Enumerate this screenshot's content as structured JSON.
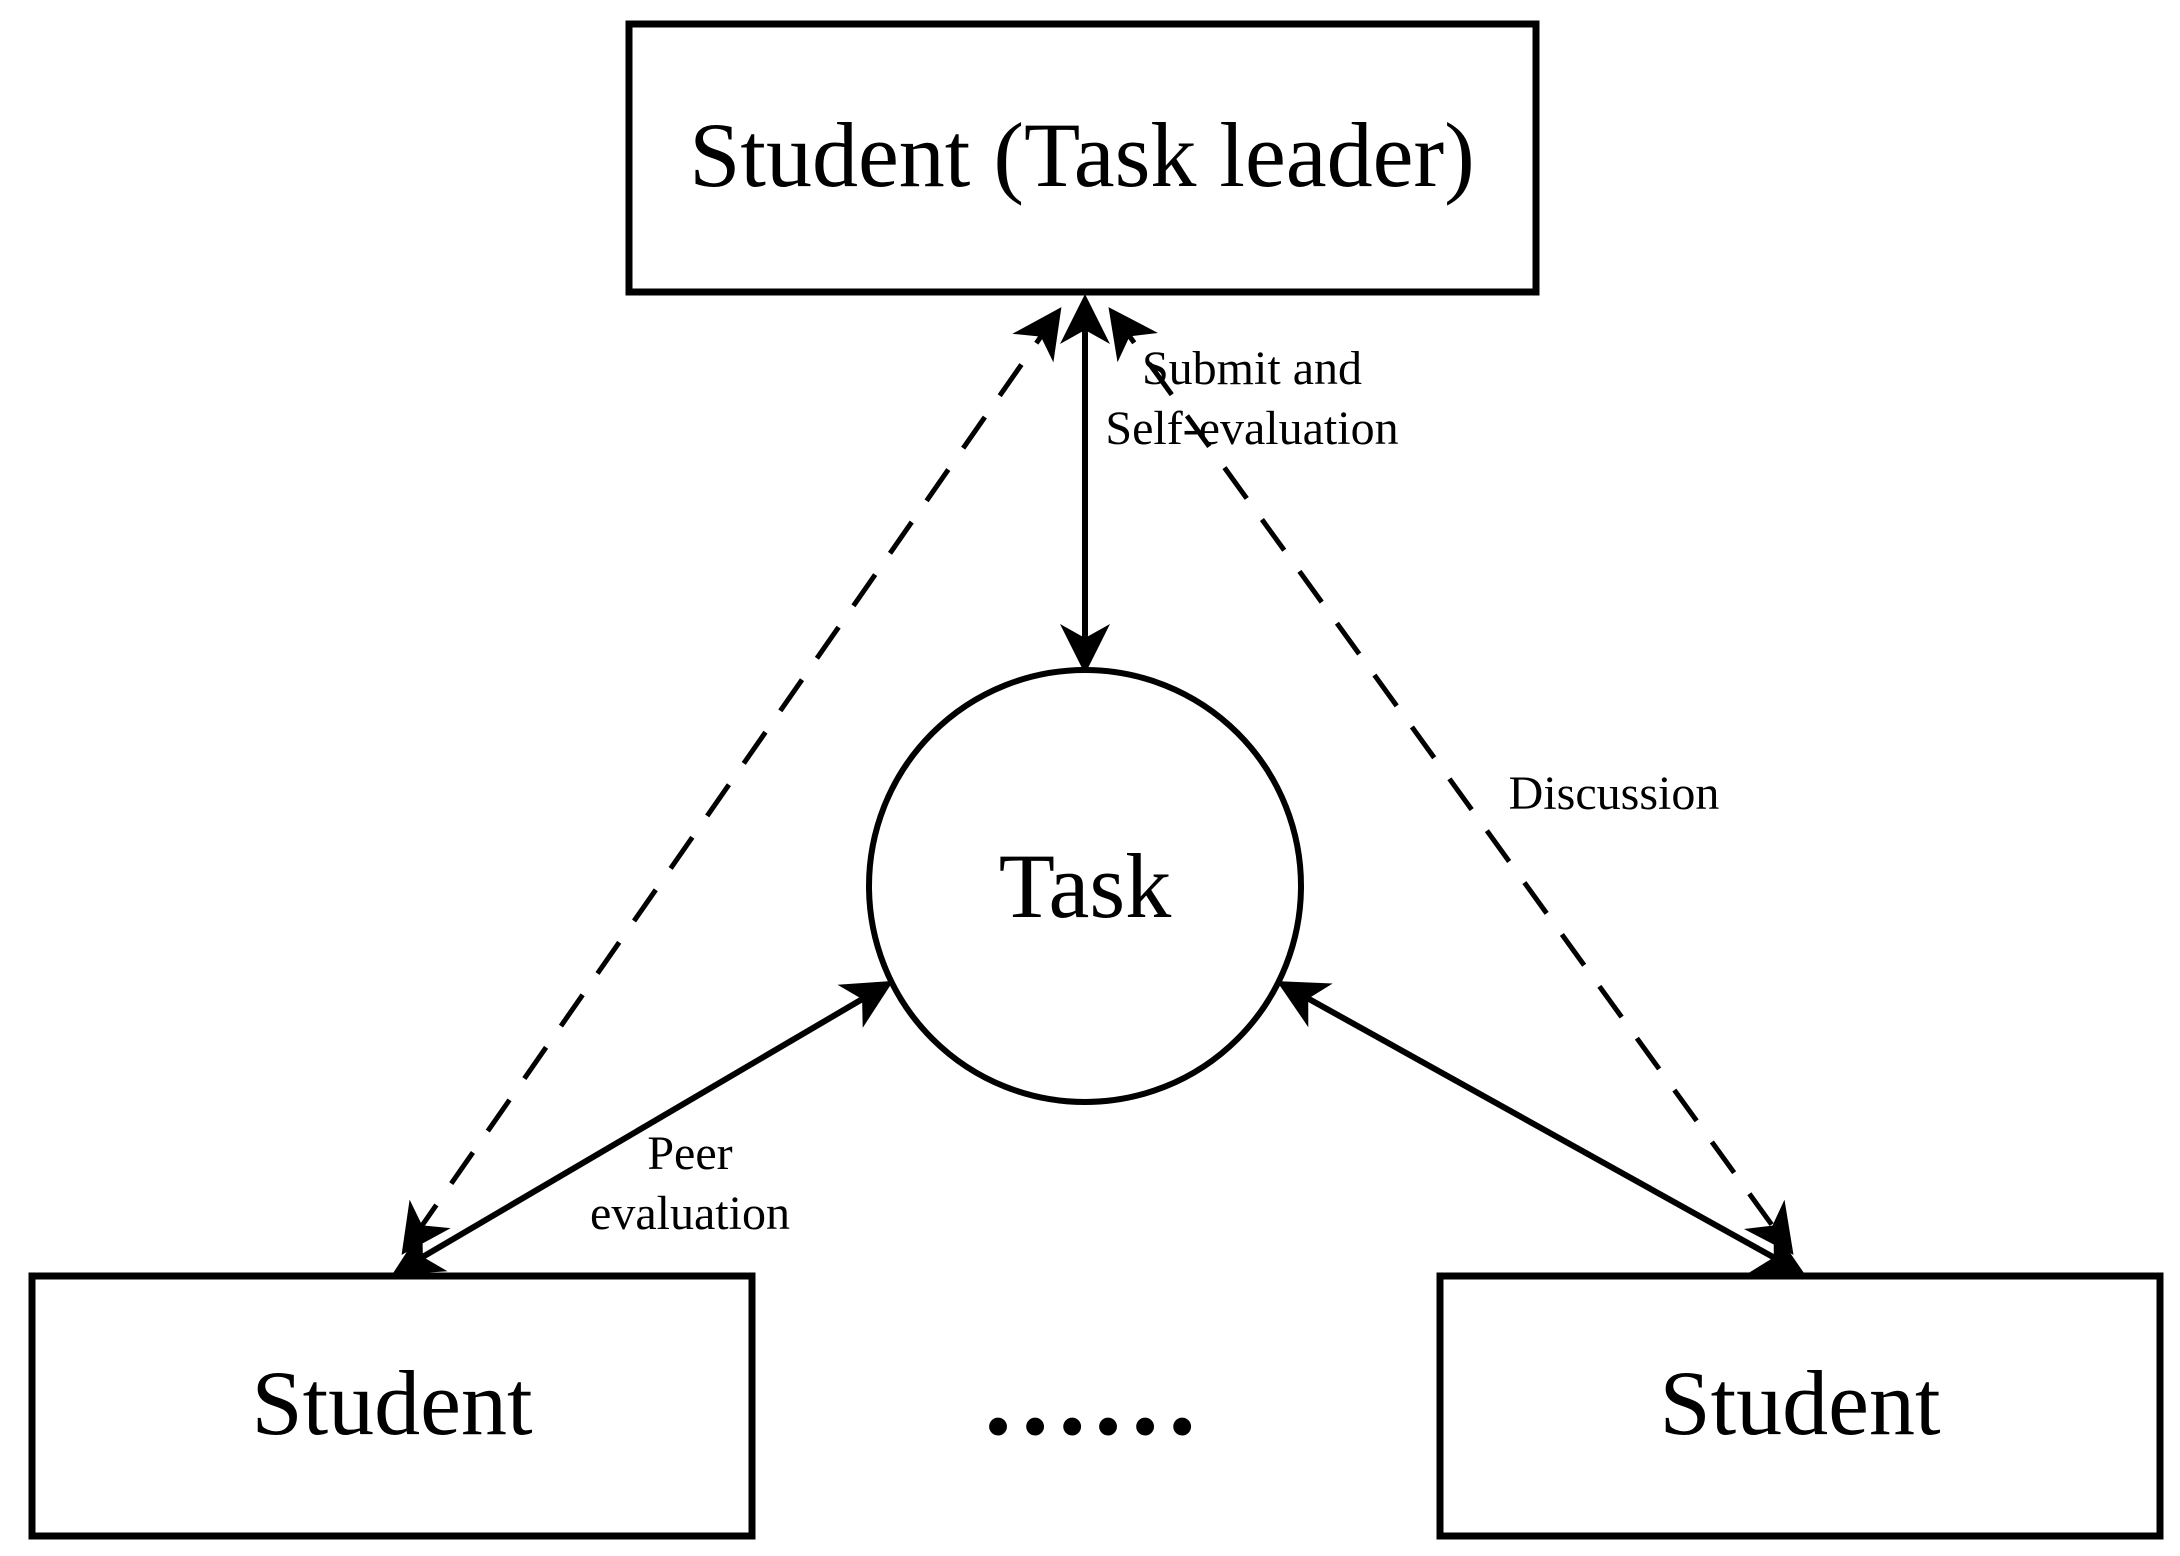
{
  "nodes": {
    "leader": "Student (Task leader)",
    "task": "Task",
    "student_left": "Student",
    "student_right": "Student",
    "ellipsis": "……"
  },
  "edge_labels": {
    "submit_line1": "Submit and",
    "submit_line2": "Self-evaluation",
    "discussion": "Discussion",
    "peer_line1": "Peer",
    "peer_line2": "evaluation"
  },
  "colors": {
    "stroke": "#000000",
    "background": "#ffffff"
  }
}
